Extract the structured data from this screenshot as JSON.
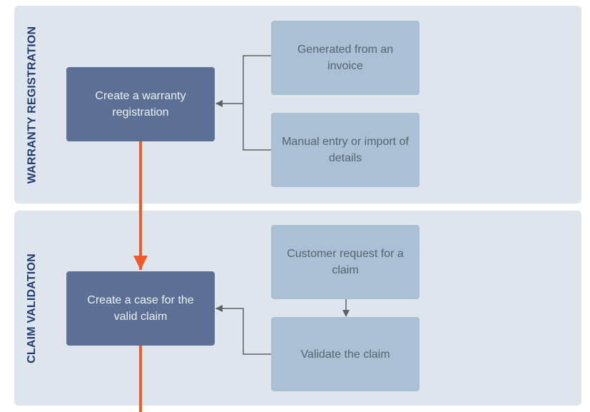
{
  "lanes": [
    {
      "label": "WARRANTY REGISTRATION",
      "main_step": "Create a warranty registration",
      "inputs": [
        "Generated from an invoice",
        "Manual entry or import of details"
      ]
    },
    {
      "label": "CLAIM VALIDATION",
      "main_step": "Create a case for the valid claim",
      "inputs": [
        "Customer request for a claim",
        "Validate the claim"
      ]
    }
  ],
  "colors": {
    "lane_background": "#dfe5ec",
    "lane_label": "#1f3c73",
    "main_step_box": "#5c7096",
    "input_box": "#a9c0d5",
    "connector": "#5b6166",
    "flow_arrow": "#f05a28"
  }
}
